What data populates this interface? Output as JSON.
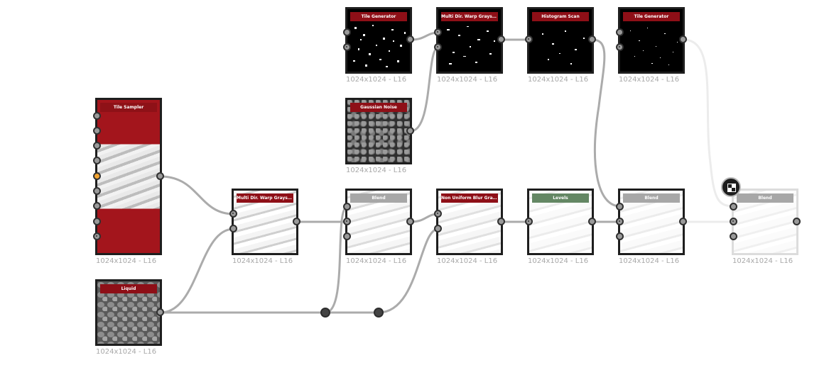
{
  "graph": {
    "nodes": [
      {
        "title": "Tile Generator",
        "size": "1024x1024 - L16"
      },
      {
        "title": "Multi Dir. Warp Grayscale",
        "size": "1024x1024 - L16"
      },
      {
        "title": "Histogram Scan",
        "size": "1024x1024 - L16"
      },
      {
        "title": "Tile Generator",
        "size": "1024x1024 - L16"
      },
      {
        "title": "Gaussian Noise",
        "size": "1024x1024 - L16"
      },
      {
        "title": "Tile Sampler",
        "size": "1024x1024 - L16"
      },
      {
        "title": "Multi Dir. Warp Grayscale",
        "size": "1024x1024 - L16"
      },
      {
        "title": "Blend",
        "size": "1024x1024 - L16"
      },
      {
        "title": "Non Uniform Blur Gray...",
        "size": "1024x1024 - L16"
      },
      {
        "title": "Levels",
        "size": "1024x1024 - L16"
      },
      {
        "title": "Blend",
        "size": "1024x1024 - L16"
      },
      {
        "title": "Blend",
        "size": "1024x1024 - L16"
      },
      {
        "title": "Liquid",
        "size": "1024x1024 - L16"
      }
    ]
  },
  "colors": {
    "header_red": "#8e0f17",
    "header_gray": "#a7a7a7",
    "header_green": "#648764",
    "tile_sampler_red": "#a3151c",
    "active_port": "#f3a431"
  },
  "icons": {
    "output_badge": "checker-icon"
  }
}
